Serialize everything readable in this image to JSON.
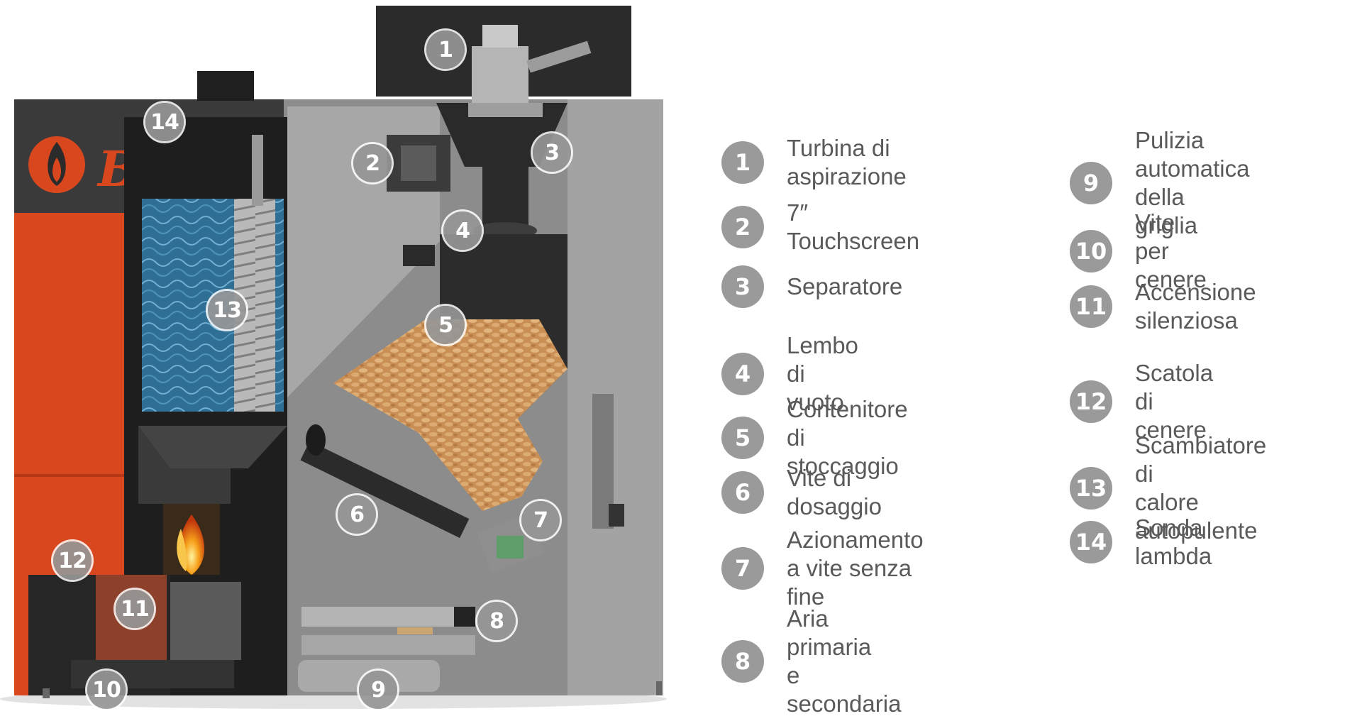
{
  "diagram": {
    "brand_mark": "B",
    "callouts": [
      "1",
      "2",
      "3",
      "4",
      "5",
      "6",
      "7",
      "8",
      "9",
      "10",
      "11",
      "12",
      "13",
      "14"
    ]
  },
  "legend": {
    "items": [
      {
        "num": "1",
        "text": "Turbina di aspirazione"
      },
      {
        "num": "2",
        "text": "7″ Touchscreen"
      },
      {
        "num": "3",
        "text": "Separatore"
      },
      {
        "num": "4",
        "text": "Lembo di vuoto"
      },
      {
        "num": "5",
        "text": "Contenitore\ndi stoccaggio"
      },
      {
        "num": "6",
        "text": "Vite di dosaggio"
      },
      {
        "num": "7",
        "text": "Azionamento\na vite senza fine"
      },
      {
        "num": "8",
        "text": "Aria primaria\ne secondaria"
      },
      {
        "num": "9",
        "text": "Pulizia automatica\ndella griglia"
      },
      {
        "num": "10",
        "text": "Vite per cenere"
      },
      {
        "num": "11",
        "text": "Accensione\nsilenziosa"
      },
      {
        "num": "12",
        "text": "Scatola di cenere"
      },
      {
        "num": "13",
        "text": "Scambiatore di\ncalore autopulente"
      },
      {
        "num": "14",
        "text": "Sonda lambda"
      }
    ]
  },
  "colors": {
    "boiler_orange": "#d9471f",
    "body_grey": "#8e8e8e",
    "dark_panel": "#2e2e2e",
    "pellet": "#d8a56a",
    "water": "#3d7fa6",
    "callout_grey": "#9a9a9a",
    "text_grey": "#5a5a5a"
  }
}
